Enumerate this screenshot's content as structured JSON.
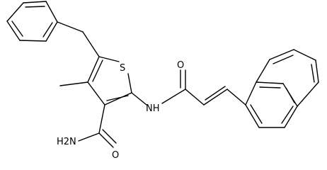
{
  "molecule": {
    "atom_labels": {
      "sulfur": "S",
      "amide_nitrogen": "NH",
      "carbonyl_oxygen": "O",
      "carboxamide_oxygen": "O",
      "carboxamide_nitrogen": "H2N"
    }
  },
  "colors": {
    "bond": "#000000",
    "label": "#000000",
    "background": "#ffffff"
  }
}
